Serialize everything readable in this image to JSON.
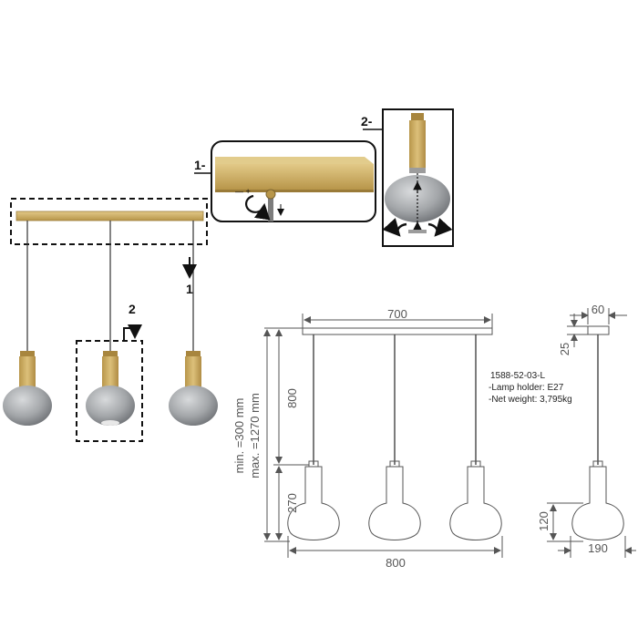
{
  "steps": {
    "step1_label": "1-",
    "step2_label": "2-",
    "marker1": "1",
    "marker2": "2"
  },
  "dimensions": {
    "bar_length": "700",
    "bar_depth": "60",
    "bar_height": "25",
    "cable_length": "800",
    "min_height": "min. =300 mm",
    "max_height": "max. =1270 mm",
    "lamp_height": "270",
    "total_width": "800",
    "shade_height": "120",
    "shade_diameter": "190"
  },
  "specs": {
    "code": "1588-52-03-L",
    "lamp_holder": "-Lamp holder: E27",
    "net_weight": "-Net weight: 3,795kg"
  },
  "colors": {
    "brass": "#c9a95a",
    "glass": "#9a9da0",
    "line": "#555555"
  }
}
